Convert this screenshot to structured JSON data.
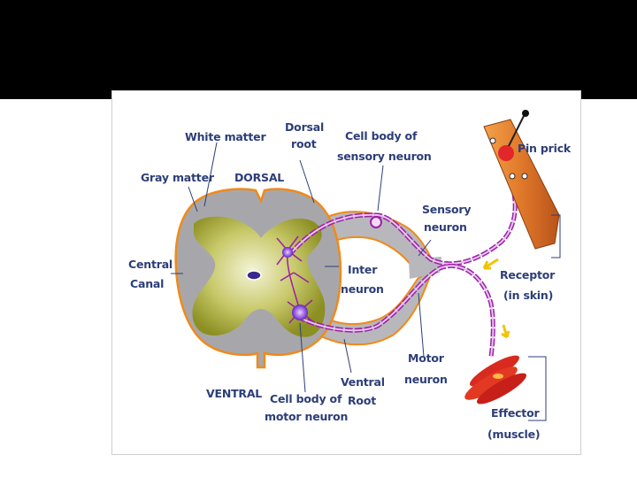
{
  "labels": {
    "white_matter": "White matter",
    "dorsal_root_1": "Dorsal",
    "dorsal_root_2": "root",
    "cell_body_sensory_1": "Cell body of",
    "cell_body_sensory_2": "sensory neuron",
    "pin_prick": "Pin prick",
    "gray_matter": "Gray matter",
    "dorsal": "DORSAL",
    "sensory_neuron_1": "Sensory",
    "sensory_neuron_2": "neuron",
    "central_canal_1": "Central",
    "central_canal_2": "Canal",
    "inter_neuron_1": "Inter",
    "inter_neuron_2": "neuron",
    "receptor_1": "Receptor",
    "receptor_2": "(in skin)",
    "motor_neuron_1": "Motor",
    "motor_neuron_2": "neuron",
    "ventral": "VENTRAL",
    "cell_body_motor_1": "Cell body of",
    "cell_body_motor_2": "motor neuron",
    "ventral_root_1": "Ventral",
    "ventral_root_2": "Root",
    "effector_1": "Effector",
    "effector_2": "(muscle)"
  },
  "colors": {
    "white_matter": "#a7a7ab",
    "gray_matter": "#9da02c",
    "root_fill": "#b8b8bc",
    "outline_orange": "#f08a1a",
    "neuron_purple": "#9b1fa8",
    "label_text": "#2c3e78",
    "skin": "#e07a2a",
    "muscle": "#d82a1e",
    "arrow_yellow": "#f2c400"
  }
}
